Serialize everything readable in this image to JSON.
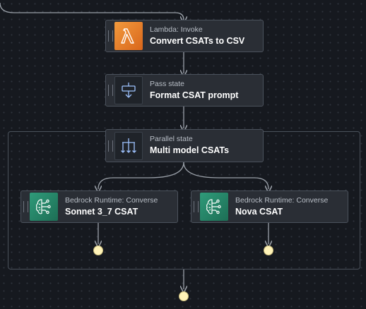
{
  "nodes": {
    "lambda": {
      "type": "Lambda: Invoke",
      "title": "Convert CSATs to CSV",
      "icon": "lambda-icon"
    },
    "pass": {
      "type": "Pass state",
      "title": "Format CSAT prompt",
      "icon": "pass-state-icon"
    },
    "parallel": {
      "type": "Parallel state",
      "title": "Multi model CSATs",
      "icon": "parallel-state-icon"
    },
    "sonnet": {
      "type": "Bedrock Runtime: Converse",
      "title": "Sonnet 3_7 CSAT",
      "icon": "bedrock-icon"
    },
    "nova": {
      "type": "Bedrock Runtime: Converse",
      "title": "Nova CSAT",
      "icon": "bedrock-icon"
    }
  },
  "colors": {
    "canvas": "#16191f",
    "edge": "#9aa0a8",
    "lambda_accent": "#e67e22",
    "bedrock_accent": "#2a8a6c",
    "end_marker": "#fff3b8"
  }
}
